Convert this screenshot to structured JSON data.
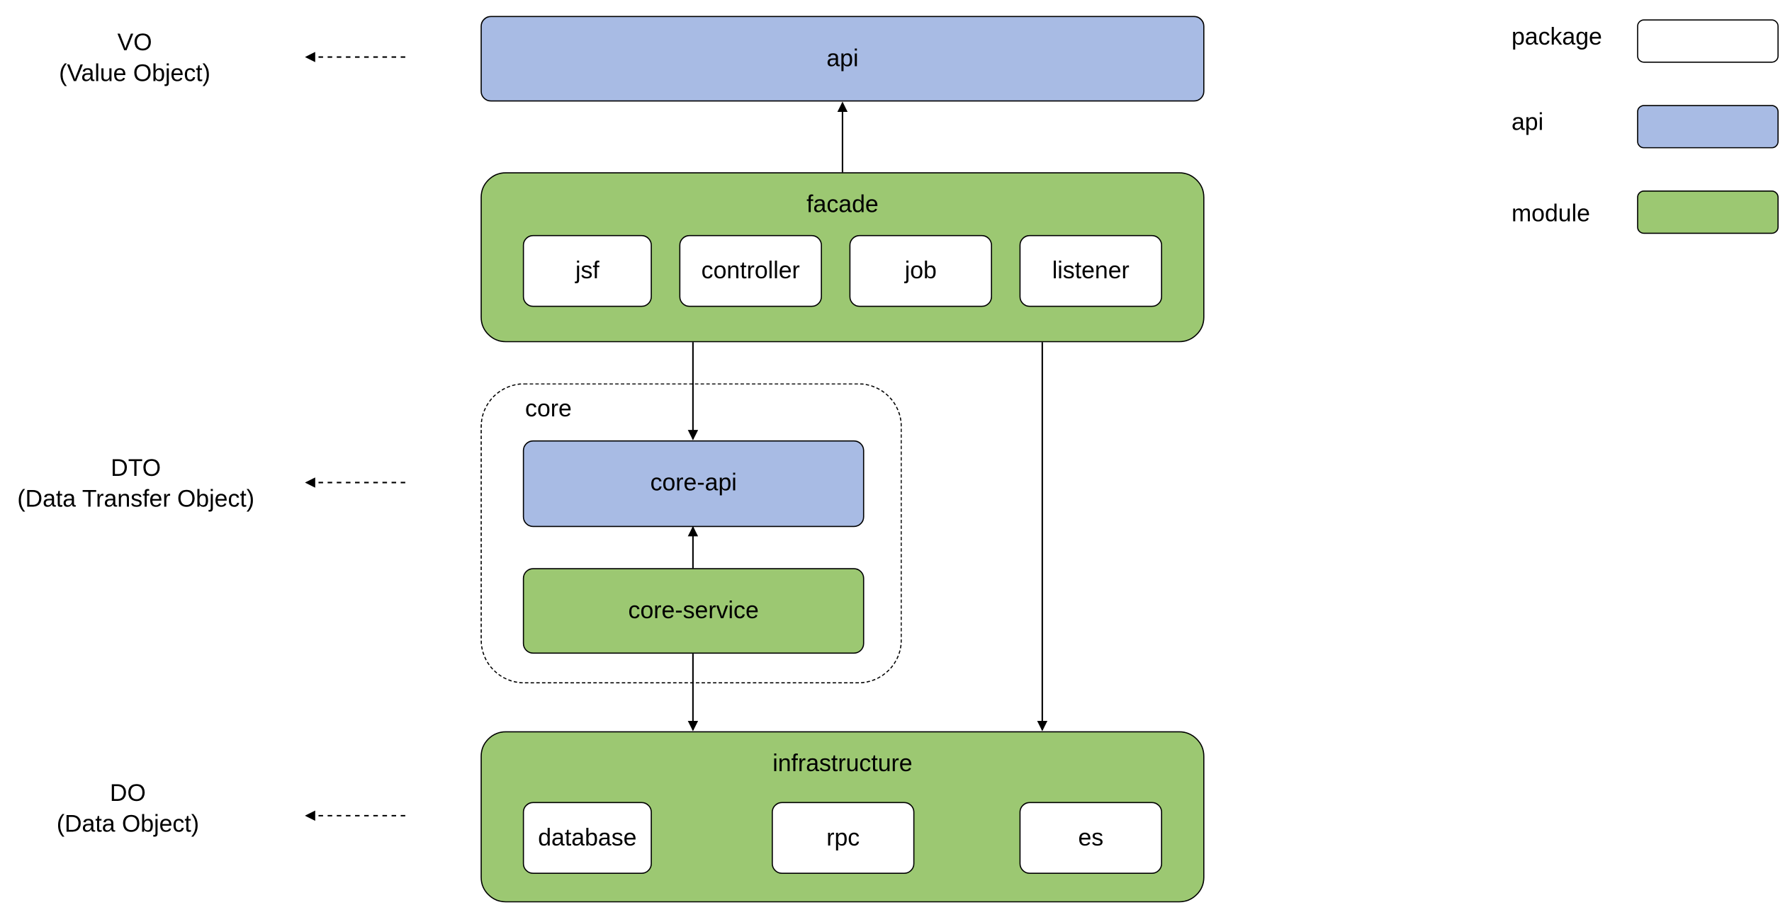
{
  "layers": {
    "vo": {
      "abbr": "VO",
      "full": "(Value Object)"
    },
    "dto": {
      "abbr": "DTO",
      "full": "(Data Transfer Object)"
    },
    "do": {
      "abbr": "DO",
      "full": "(Data Object)"
    }
  },
  "nodes": {
    "api": "api",
    "facade": {
      "title": "facade",
      "packages": [
        "jsf",
        "controller",
        "job",
        "listener"
      ]
    },
    "core": {
      "title": "core",
      "core_api": "core-api",
      "core_service": "core-service"
    },
    "infrastructure": {
      "title": "infrastructure",
      "packages": [
        "database",
        "rpc",
        "es"
      ]
    }
  },
  "legend": {
    "package": "package",
    "api": "api",
    "module": "module"
  },
  "colors": {
    "api": "#a8bbe4",
    "module": "#9cc872",
    "package": "#ffffff"
  }
}
